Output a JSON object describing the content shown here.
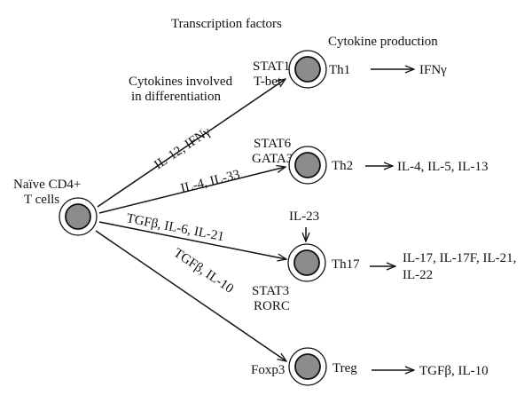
{
  "headers": {
    "transcription": "Transcription factors",
    "cytokine_production": "Cytokine production",
    "cytokines_involved": [
      "Cytokines involved",
      "in differentiation"
    ]
  },
  "naive": {
    "lines": [
      "Naïve CD4+",
      "T cells"
    ]
  },
  "lineages": [
    {
      "id": "th1",
      "name": "Th1",
      "tf": [
        "STAT1",
        "T-bet"
      ],
      "driver": "IL-12, IFNγ",
      "products": [
        "IFNγ"
      ]
    },
    {
      "id": "th2",
      "name": "Th2",
      "tf": [
        "STAT6",
        "GATA3"
      ],
      "driver": "IL-4, IL-33",
      "products": [
        "IL-4, IL-5, IL-13"
      ]
    },
    {
      "id": "th17",
      "name": "Th17",
      "tf": [
        "STAT3",
        "RORC"
      ],
      "driver": "TGFβ, IL-6, IL-21",
      "extra_input": "IL-23",
      "products": [
        "IL-17, IL-17F, IL-21,",
        "IL-22"
      ]
    },
    {
      "id": "treg",
      "name": "Treg",
      "tf": [
        "Foxp3"
      ],
      "driver": "TGFβ, IL-10",
      "products": [
        "TGFβ, IL-10"
      ]
    }
  ],
  "colors": {
    "cell_nucleus": "#8c8c8c",
    "line": "#111111"
  }
}
